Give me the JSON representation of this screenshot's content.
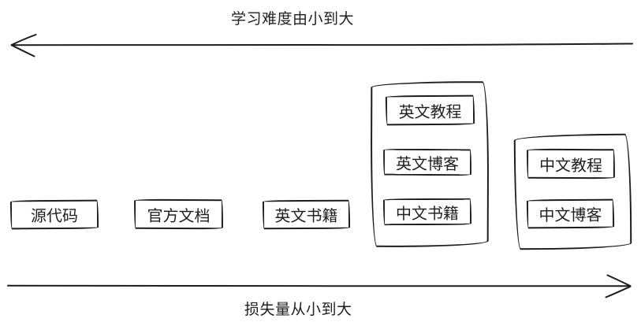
{
  "diagram": {
    "top_axis": {
      "label": "学习难度由小到大",
      "direction": "left"
    },
    "bottom_axis": {
      "label": "损失量从小到大",
      "direction": "right"
    },
    "nodes": [
      {
        "label": "源代码"
      },
      {
        "label": "官方文档"
      },
      {
        "label": "英文书籍"
      }
    ],
    "groups": [
      {
        "items": [
          {
            "label": "英文教程"
          },
          {
            "label": "英文博客"
          },
          {
            "label": "中文书籍"
          }
        ]
      },
      {
        "items": [
          {
            "label": "中文教程"
          },
          {
            "label": "中文博客"
          }
        ]
      }
    ],
    "colors": {
      "stroke": "#1c1c1c",
      "text": "#1f1f1f",
      "background": "#ffffff"
    }
  }
}
